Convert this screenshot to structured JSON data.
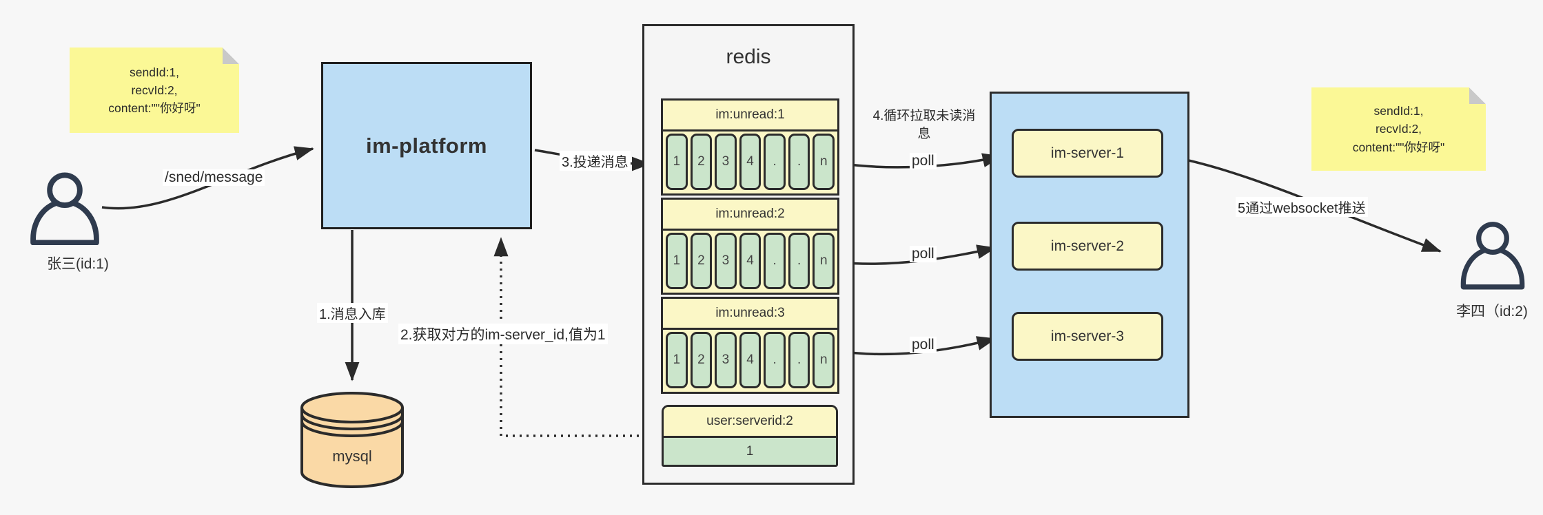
{
  "colors": {
    "background": "#f7f7f7",
    "note_yellow": "#fbf896",
    "note_fold_gray": "#c9c9c9",
    "panel_blue": "#bcddf5",
    "container_gray": "#f5f5f5",
    "pale_yellow": "#fbf7c6",
    "cell_green": "#cbe5cb",
    "db_orange": "#fad9a6",
    "line_dark": "#2b2b2b",
    "person_navy": "#2f3b4e"
  },
  "notes": {
    "left": "sendId:1,\nrecvId:2,\ncontent:\"\"你好呀\"",
    "right": "sendId:1,\nrecvId:2,\ncontent:\"\"你好呀\""
  },
  "actors": {
    "sender": {
      "label": "张三(id:1)"
    },
    "receiver": {
      "label": "李四（id:2)"
    }
  },
  "nodes": {
    "im_platform": "im-platform",
    "mysql": "mysql",
    "redis": "redis",
    "user_serverid": {
      "header": "user:serverid:2",
      "value": "1"
    },
    "servers": [
      "im-server-1",
      "im-server-2",
      "im-server-3"
    ]
  },
  "queues": [
    {
      "header": "im:unread:1",
      "cells": [
        "1",
        "2",
        "3",
        "4",
        ".",
        ".",
        "n"
      ]
    },
    {
      "header": "im:unread:2",
      "cells": [
        "1",
        "2",
        "3",
        "4",
        ".",
        ".",
        "n"
      ]
    },
    {
      "header": "im:unread:3",
      "cells": [
        "1",
        "2",
        "3",
        "4",
        ".",
        ".",
        "n"
      ]
    }
  ],
  "edge_labels": {
    "send": "/sned/message",
    "step1": "1.消息入库",
    "step2": "2.获取对方的im-server_id,值为1",
    "step3": "3.投递消息",
    "step4": "4.循环拉取未读消息",
    "step5": "5通过websocket推送",
    "poll": "poll"
  }
}
